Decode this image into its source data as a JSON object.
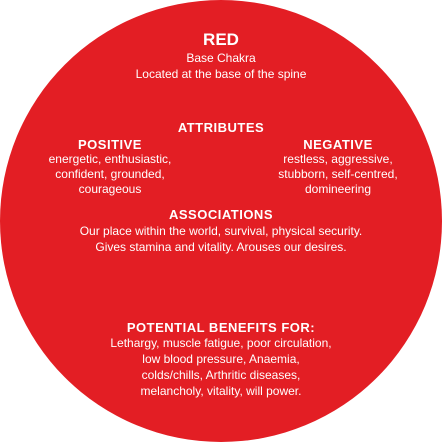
{
  "header": {
    "title": "RED",
    "subtitle": "Base Chakra",
    "location": "Located at the base of the spine"
  },
  "attributes": {
    "heading": "ATTRIBUTES",
    "positive": {
      "heading": "POSITIVE",
      "lines": [
        "energetic, enthusiastic,",
        "confident, grounded,",
        "courageous"
      ]
    },
    "negative": {
      "heading": "NEGATIVE",
      "lines": [
        "restless, aggressive,",
        "stubborn, self-centred,",
        "domineering"
      ]
    }
  },
  "associations": {
    "heading": "ASSOCIATIONS",
    "lines": [
      "Our place within the world, survival, physical security.",
      "Gives stamina and vitality.  Arouses our desires."
    ]
  },
  "benefits": {
    "heading": "POTENTIAL BENEFITS FOR:",
    "lines": [
      "Lethargy, muscle fatigue, poor circulation,",
      "low blood pressure, Anaemia,",
      "colds/chills, Arthritic diseases,",
      "melancholy, vitality, will power."
    ]
  },
  "colors": {
    "disc": "#e31e24",
    "text": "#ffffff"
  }
}
